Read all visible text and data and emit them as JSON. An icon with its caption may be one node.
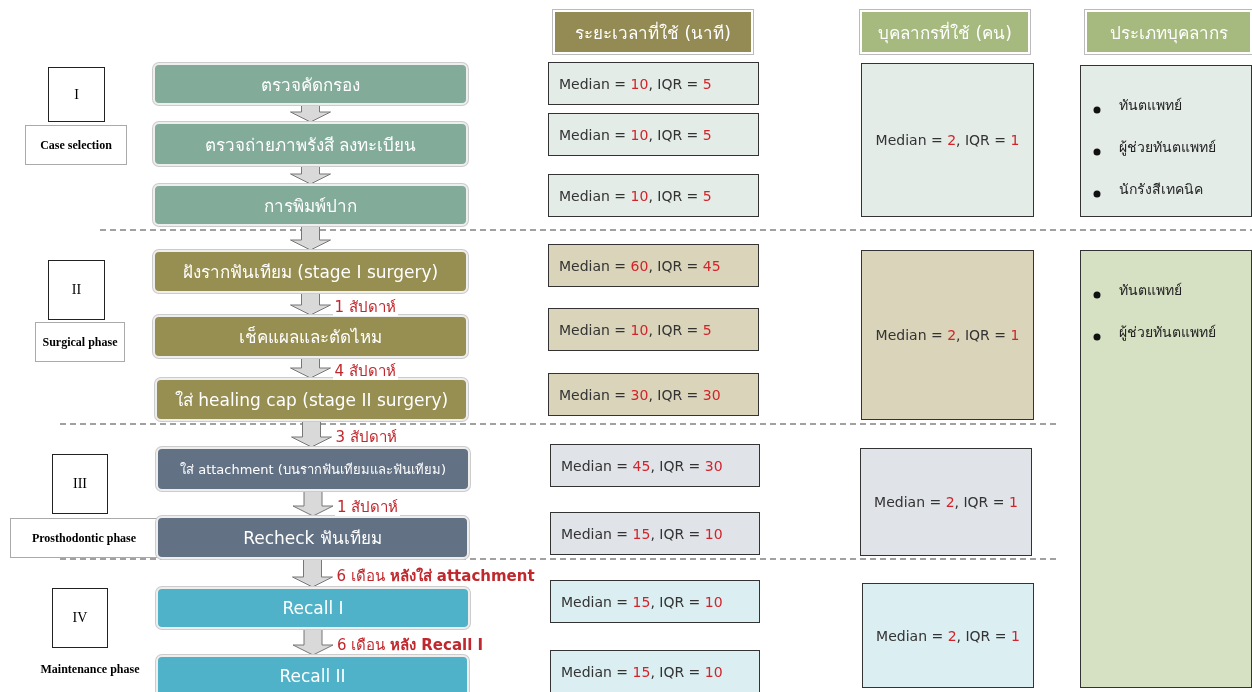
{
  "diagram": {
    "nodes": [
      {
        "text": [
          "ระยะเวลาที่ใช้ (นาที)"
        ]
      },
      {
        "text": [
          "บุคลากรที่ใช้ (คน)"
        ]
      },
      {
        "text": [
          "ประเภทบุคลากร"
        ]
      },
      {
        "text": [
          "I"
        ]
      },
      {
        "text": [
          "Case selection"
        ]
      },
      {
        "text": [
          "ตรวจคัดกรอง"
        ]
      },
      {
        "text": [
          "ตรวจถ่ายภาพรังสี ลงทะเบียน"
        ]
      },
      {
        "text": [
          "การพิมพ์ปาก"
        ]
      },
      {
        "text": [
          "Median = 10, IQR = 5"
        ]
      },
      {
        "text": [
          "Median = 10, IQR = 5"
        ]
      },
      {
        "text": [
          "Median = 10, IQR = 5"
        ]
      },
      {
        "text": [
          "Median = 2, IQR = 1"
        ]
      },
      {
        "text": [
          "ทันตแพทย์",
          "ผู้ช่วยทันตแพทย์",
          "นักรังสีเทคนิค"
        ]
      },
      {
        "text": [
          "II"
        ]
      },
      {
        "text": [
          "Surgical phase"
        ]
      },
      {
        "text": [
          "ฝังรากฟันเทียม (stage I surgery)"
        ]
      },
      {
        "text": [
          "เช็คแผลและตัดไหม"
        ]
      },
      {
        "text": [
          "ใส่ healing cap (stage II surgery)"
        ]
      },
      {
        "text": [
          "Median = 60, IQR = 45"
        ]
      },
      {
        "text": [
          "Median = 10, IQR = 5"
        ]
      },
      {
        "text": [
          "Median = 30, IQR = 30"
        ]
      },
      {
        "text": [
          "Median = 2, IQR = 1"
        ]
      },
      {
        "text": [
          "ทันตแพทย์",
          "ผู้ช่วยทันตแพทย์"
        ]
      },
      {
        "text": [
          "III"
        ]
      },
      {
        "text": [
          "Prosthodontic phase"
        ]
      },
      {
        "text": [
          "ใส่ attachment (บนรากฟันเทียมและฟันเทียม)"
        ]
      },
      {
        "text": [
          "Recheck ฟันเทียม"
        ]
      },
      {
        "text": [
          "Median = 45, IQR = 30"
        ]
      },
      {
        "text": [
          "Median = 15, IQR = 10"
        ]
      },
      {
        "text": [
          "Median = 2, IQR = 1"
        ]
      },
      {
        "text": [
          "IV"
        ]
      },
      {
        "text": [
          "Maintenance phase"
        ]
      },
      {
        "text": [
          "Recall I"
        ]
      },
      {
        "text": [
          "Recall II"
        ]
      },
      {
        "text": [
          "Median = 15, IQR = 10"
        ]
      },
      {
        "text": [
          "Median = 15, IQR = 10"
        ]
      },
      {
        "text": [
          "Median = 2, IQR = 1"
        ]
      }
    ],
    "edges": [
      {
        "from": 5,
        "to": 6,
        "arrow": "to"
      },
      {
        "from": 6,
        "to": 7,
        "arrow": "to"
      },
      {
        "from": 7,
        "to": 15,
        "arrow": "to"
      },
      {
        "from": 15,
        "to": 16,
        "arrow": "to",
        "label": "1 สัปดาห์"
      },
      {
        "from": 16,
        "to": 17,
        "arrow": "to",
        "label": "4 สัปดาห์"
      },
      {
        "from": 17,
        "to": 25,
        "arrow": "to",
        "label": "3 สัปดาห์"
      },
      {
        "from": 25,
        "to": 26,
        "arrow": "to",
        "label": "1 สัปดาห์"
      },
      {
        "from": 26,
        "to": 32,
        "arrow": "to",
        "label": "6 เดือน **หลังใส่ attachment**"
      },
      {
        "from": 32,
        "to": 33,
        "arrow": "to",
        "label": "6 เดือน **หลัง Recall I**"
      }
    ]
  }
}
